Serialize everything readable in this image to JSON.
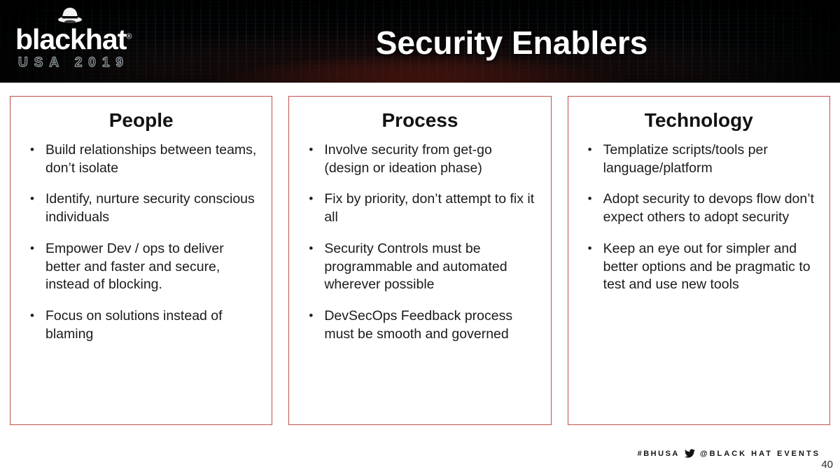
{
  "header": {
    "logo": {
      "wordmark": "blackhat",
      "registered": "®",
      "subtitle": "USA 2019"
    },
    "title": "Security Enablers"
  },
  "columns": [
    {
      "title": "People",
      "bullets": [
        "Build relationships between teams, don’t isolate",
        "Identify, nurture security conscious individuals",
        "Empower Dev / ops to deliver better and faster and secure, instead of blocking.",
        "Focus on solutions instead of blaming"
      ]
    },
    {
      "title": "Process",
      "bullets": [
        "Involve security from get-go (design or ideation phase)",
        "Fix by priority, don’t attempt to fix it all",
        "Security Controls must be programmable and automated wherever possible",
        "DevSecOps Feedback process must be smooth and governed"
      ]
    },
    {
      "title": "Technology",
      "bullets": [
        "Templatize scripts/tools per language/platform",
        "Adopt security to devops flow don’t expect others to adopt security",
        "Keep an eye out for simpler and better options and be pragmatic to test and use new tools"
      ]
    }
  ],
  "footer": {
    "hashtag": "#BHUSA",
    "handle": "@BLACK HAT EVENTS",
    "page_number": "40"
  },
  "colors": {
    "accent_border": "#c0504d",
    "banner_background": "#050607",
    "banner_glow": "#cd3723",
    "title_text": "#ffffff",
    "body_text": "#1b1b1b"
  }
}
